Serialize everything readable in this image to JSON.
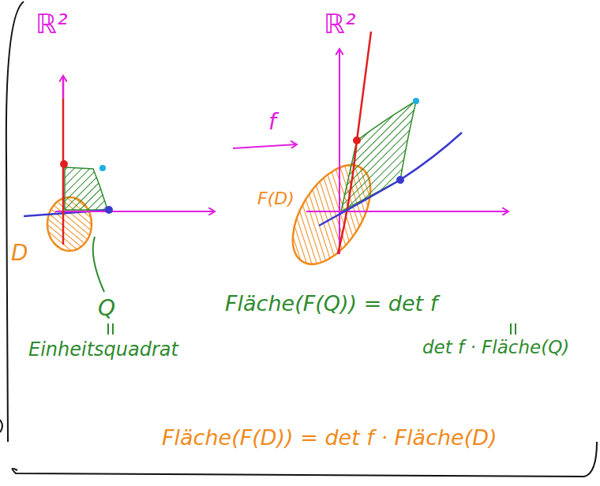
{
  "diagram": {
    "labels": [
      "ℝ²",
      "ℝ²",
      "f",
      "D",
      "Q",
      "Einheitsquadrat",
      "F(D)",
      "Fläche(F(Q)) = det f",
      "det f · Fläche(Q)",
      "Fläche(F(D)) = det f · Fläche(D)"
    ]
  }
}
